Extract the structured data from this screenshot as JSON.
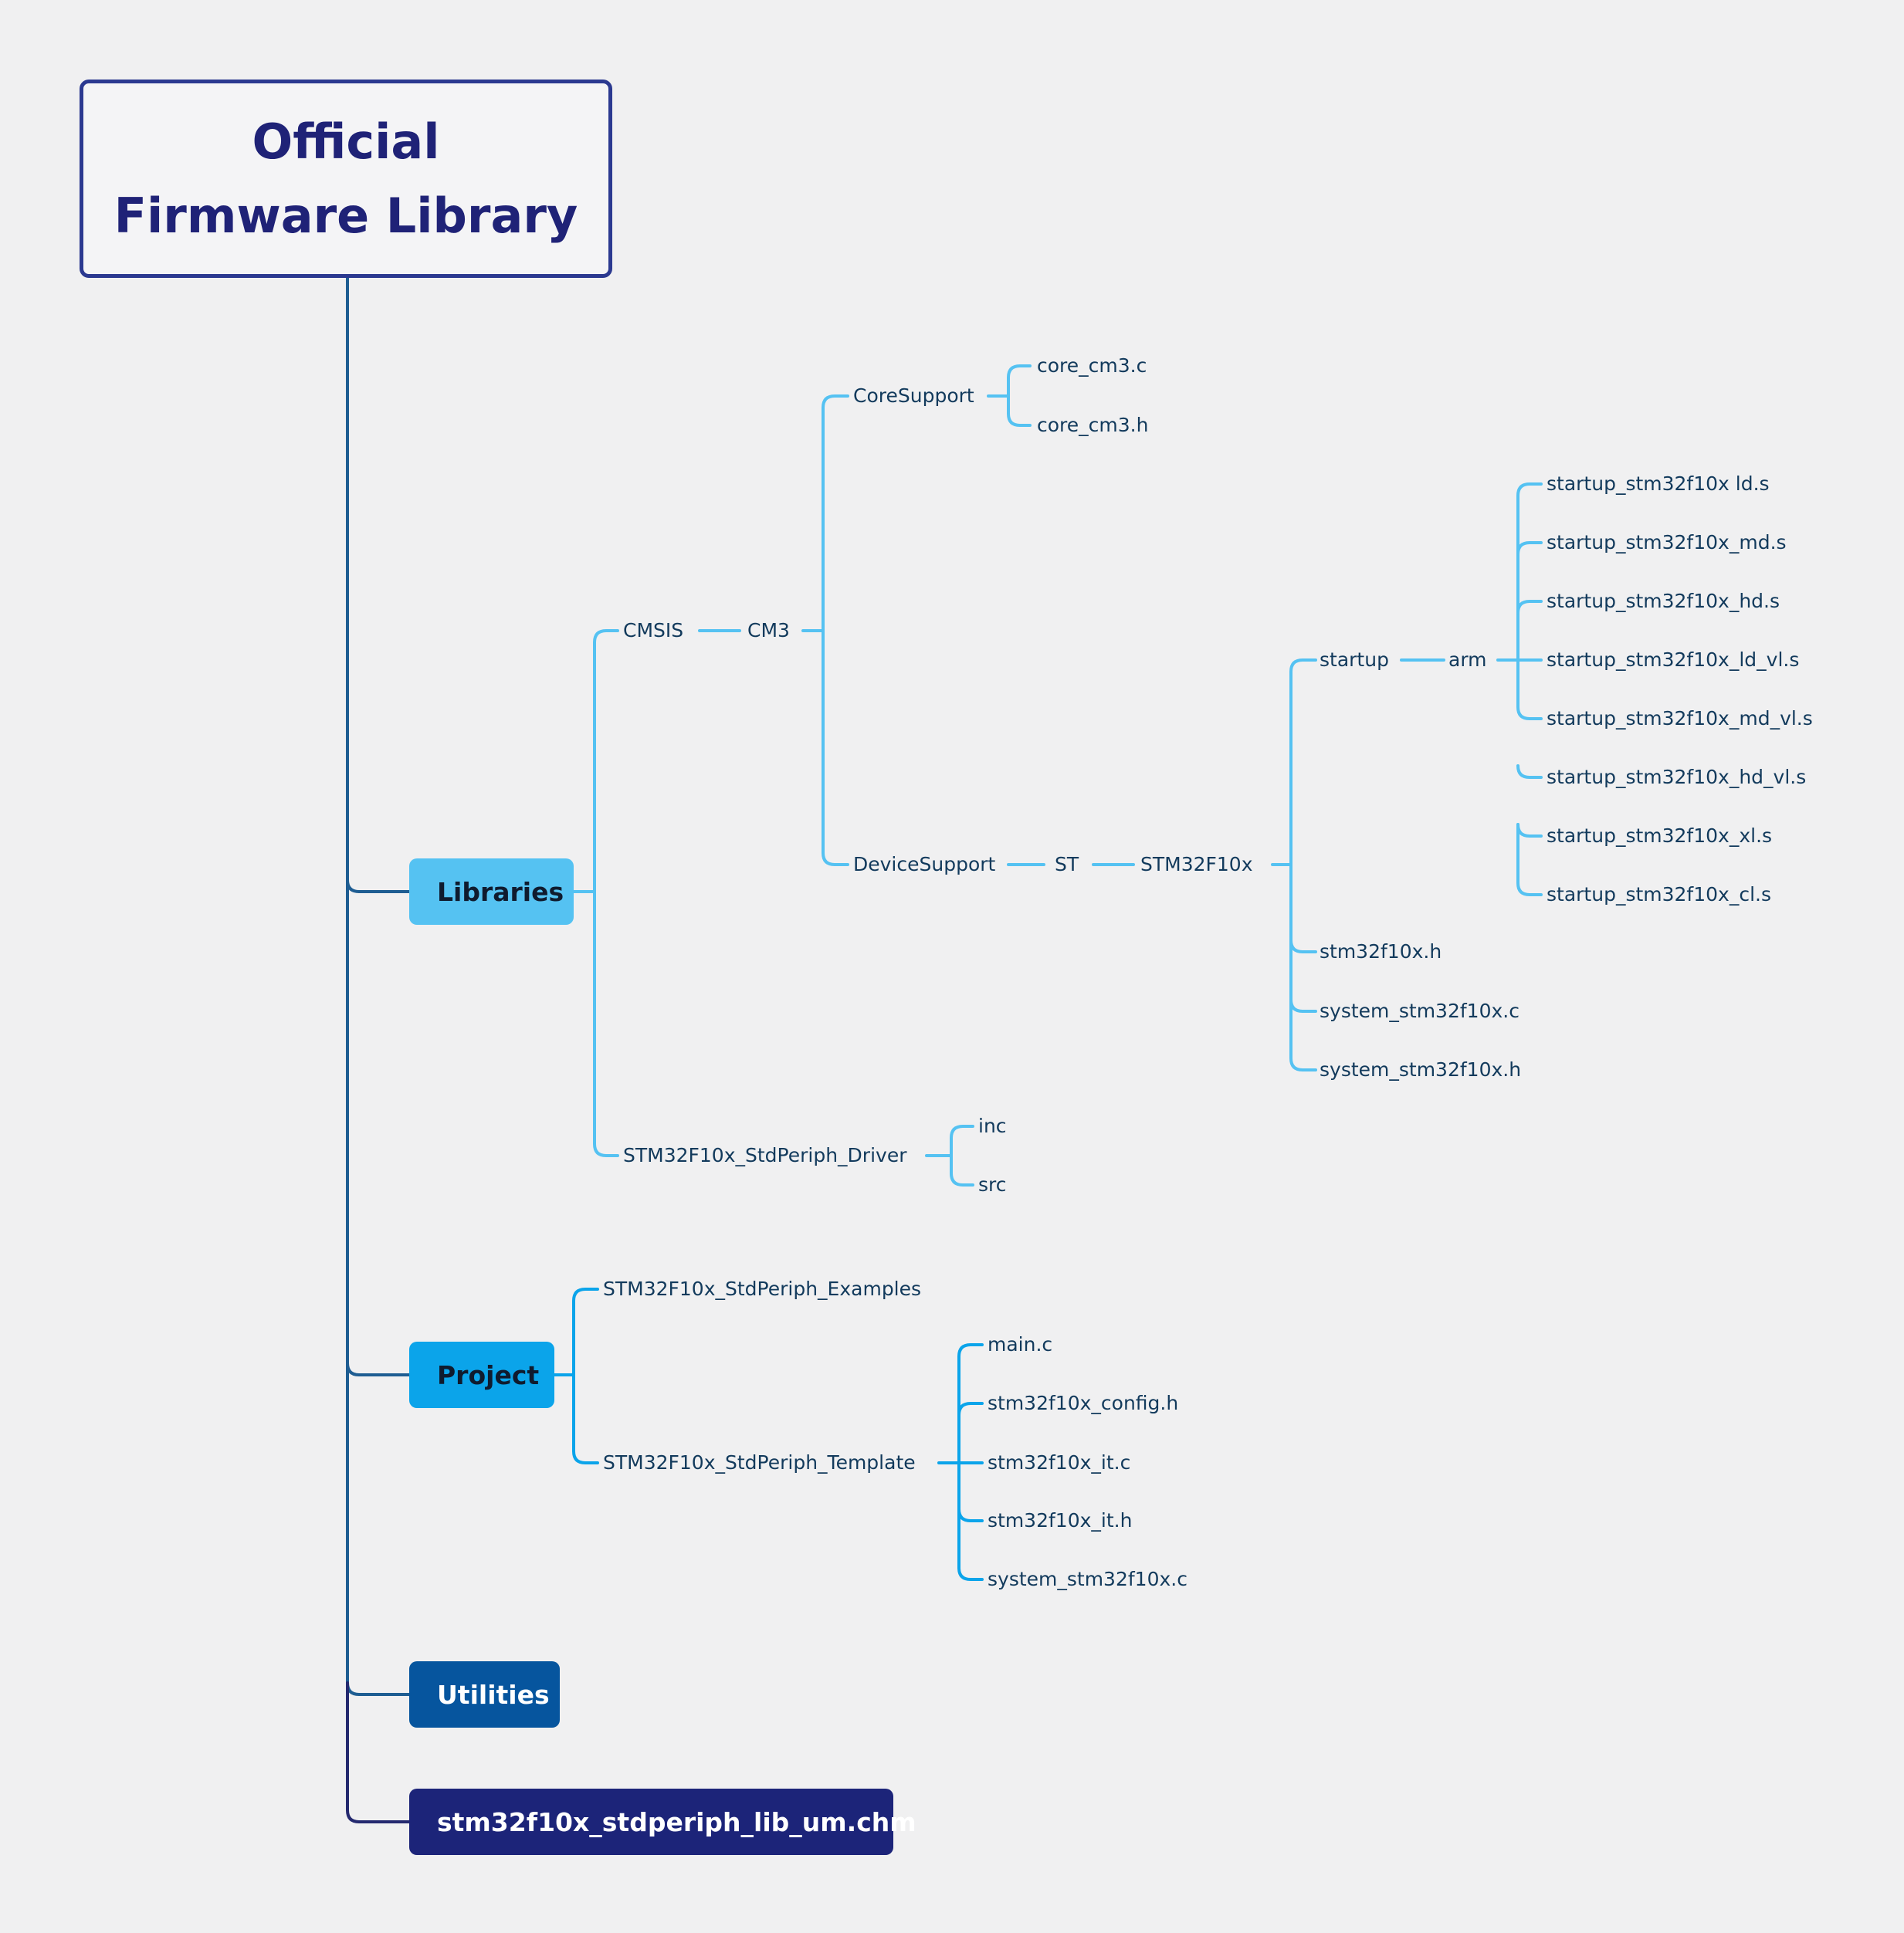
{
  "root": {
    "title": "Official\nFirmware Library"
  },
  "colors": {
    "background": "#f0f0f1",
    "root_border": "#2b3990",
    "root_text": "#1f2277",
    "libraries": "#55c2f2",
    "project": "#0ba4ea",
    "utilities": "#06559e",
    "chm": "#1c2479",
    "label_text": "#123a5c"
  },
  "branches": {
    "libraries": {
      "label": "Libraries",
      "cmsis": {
        "label": "CMSIS",
        "cm3": {
          "label": "CM3",
          "core_support": {
            "label": "CoreSupport",
            "files": [
              "core_cm3.c",
              "core_cm3.h"
            ]
          },
          "device_support": {
            "label": "DeviceSupport",
            "st": {
              "label": "ST",
              "stm32f10x": {
                "label": "STM32F10x",
                "startup": {
                  "label": "startup",
                  "arm": {
                    "label": "arm",
                    "files": [
                      "startup_stm32f10x ld.s",
                      "startup_stm32f10x_md.s",
                      "startup_stm32f10x_hd.s",
                      "startup_stm32f10x_ld_vl.s",
                      "startup_stm32f10x_md_vl.s",
                      "startup_stm32f10x_hd_vl.s",
                      "startup_stm32f10x_xl.s",
                      "startup_stm32f10x_cl.s"
                    ]
                  }
                },
                "files": [
                  "stm32f10x.h",
                  "system_stm32f10x.c",
                  "system_stm32f10x.h"
                ]
              }
            }
          }
        }
      },
      "driver": {
        "label": "STM32F10x_StdPeriph_Driver",
        "folders": [
          "inc",
          "src"
        ]
      }
    },
    "project": {
      "label": "Project",
      "examples": {
        "label": "STM32F10x_StdPeriph_Examples"
      },
      "template": {
        "label": "STM32F10x_StdPeriph_Template",
        "files": [
          "main.c",
          "stm32f10x_config.h",
          "stm32f10x_it.c",
          "stm32f10x_it.h",
          "system_stm32f10x.c"
        ]
      }
    },
    "utilities": {
      "label": "Utilities"
    },
    "chm": {
      "label": "stm32f10x_stdperiph_lib_um.chm"
    }
  }
}
